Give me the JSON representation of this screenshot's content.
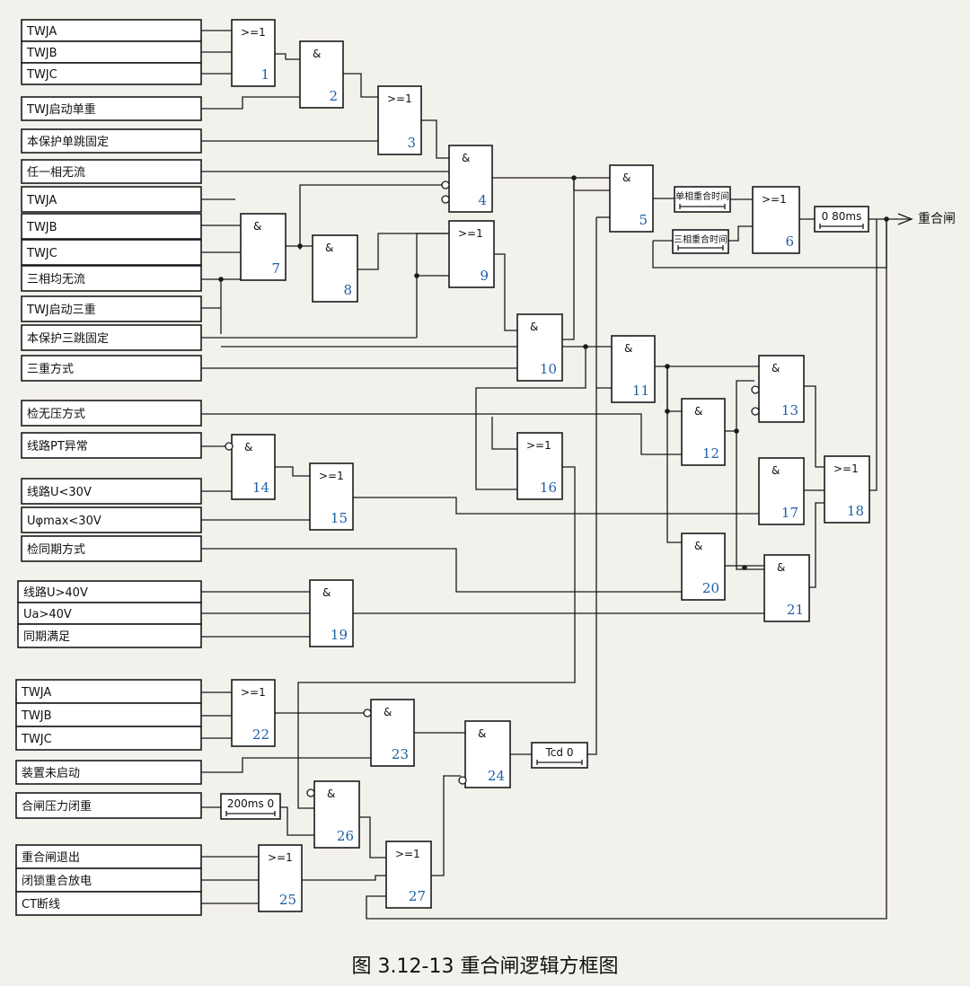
{
  "caption": "图 3.12-13 重合闸逻辑方框图",
  "output_label": "重合闸",
  "inputs": [
    "TWJA",
    "TWJB",
    "TWJC",
    "TWJ启动单重",
    "本保护单跳固定",
    "任一相无流",
    "TWJA",
    "TWJB",
    "TWJC",
    "三相均无流",
    "TWJ启动三重",
    "本保护三跳固定",
    "三重方式",
    "检无压方式",
    "线路PT异常",
    "线路U<30V",
    "Uφmax<30V",
    "检同期方式",
    "线路U>40V",
    "Ua>40V",
    "同期满足",
    "TWJA",
    "TWJB",
    "TWJC",
    "装置未启动",
    "合闸压力闭重",
    "重合闸退出",
    "闭锁重合放电",
    "CT断线"
  ],
  "gates": [
    {
      "n": "1",
      "sym": ">=1"
    },
    {
      "n": "2",
      "sym": "&"
    },
    {
      "n": "3",
      "sym": ">=1"
    },
    {
      "n": "4",
      "sym": "&"
    },
    {
      "n": "5",
      "sym": "&"
    },
    {
      "n": "6",
      "sym": ">=1"
    },
    {
      "n": "7",
      "sym": "&"
    },
    {
      "n": "8",
      "sym": "&"
    },
    {
      "n": "9",
      "sym": ">=1"
    },
    {
      "n": "10",
      "sym": "&"
    },
    {
      "n": "11",
      "sym": "&"
    },
    {
      "n": "12",
      "sym": "&"
    },
    {
      "n": "13",
      "sym": "&"
    },
    {
      "n": "14",
      "sym": "&"
    },
    {
      "n": "15",
      "sym": ">=1"
    },
    {
      "n": "16",
      "sym": ">=1"
    },
    {
      "n": "17",
      "sym": "&"
    },
    {
      "n": "18",
      "sym": ">=1"
    },
    {
      "n": "19",
      "sym": "&"
    },
    {
      "n": "20",
      "sym": "&"
    },
    {
      "n": "21",
      "sym": "&"
    },
    {
      "n": "22",
      "sym": ">=1"
    },
    {
      "n": "23",
      "sym": "&"
    },
    {
      "n": "24",
      "sym": "&"
    },
    {
      "n": "25",
      "sym": ">=1"
    },
    {
      "n": "26",
      "sym": "&"
    },
    {
      "n": "27",
      "sym": ">=1"
    }
  ],
  "timers": [
    {
      "label": "单相重合时间"
    },
    {
      "label": "三相重合时间"
    },
    {
      "label": "0   80ms"
    },
    {
      "label": "Tcd   0"
    },
    {
      "label": "200ms  0"
    }
  ]
}
